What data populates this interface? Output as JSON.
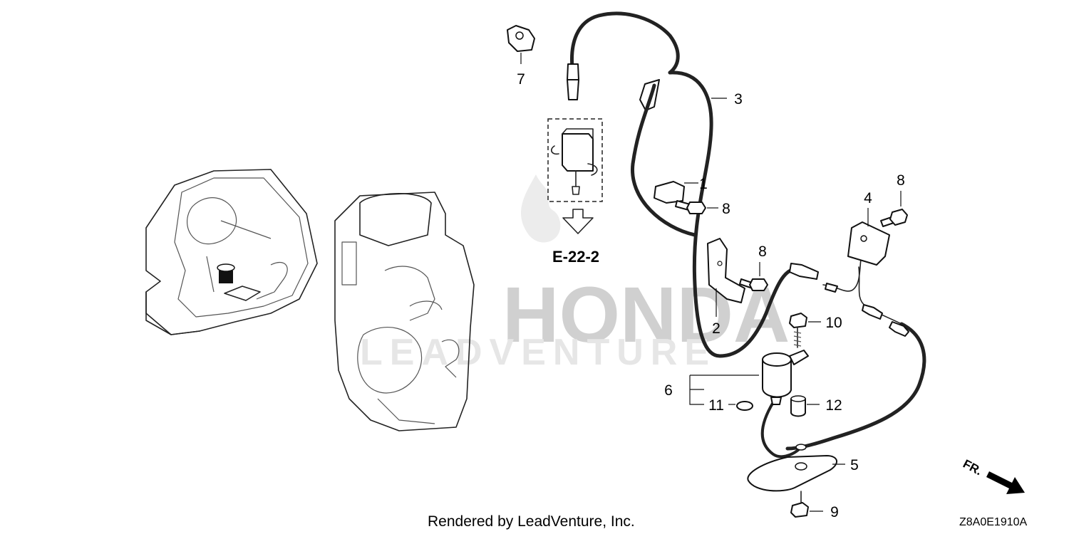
{
  "diagram": {
    "reference": {
      "label": "E-22-2"
    },
    "watermark": {
      "brand": "HONDA",
      "line": "LEADVENTURE"
    },
    "credit": "Rendered by LeadVenture, Inc.",
    "diagram_code": "Z8A0E1910A",
    "direction_label": "FR.",
    "callouts": [
      "1",
      "2",
      "3",
      "4",
      "5",
      "6",
      "7",
      "8",
      "8",
      "8",
      "9",
      "10",
      "11",
      "12"
    ]
  }
}
